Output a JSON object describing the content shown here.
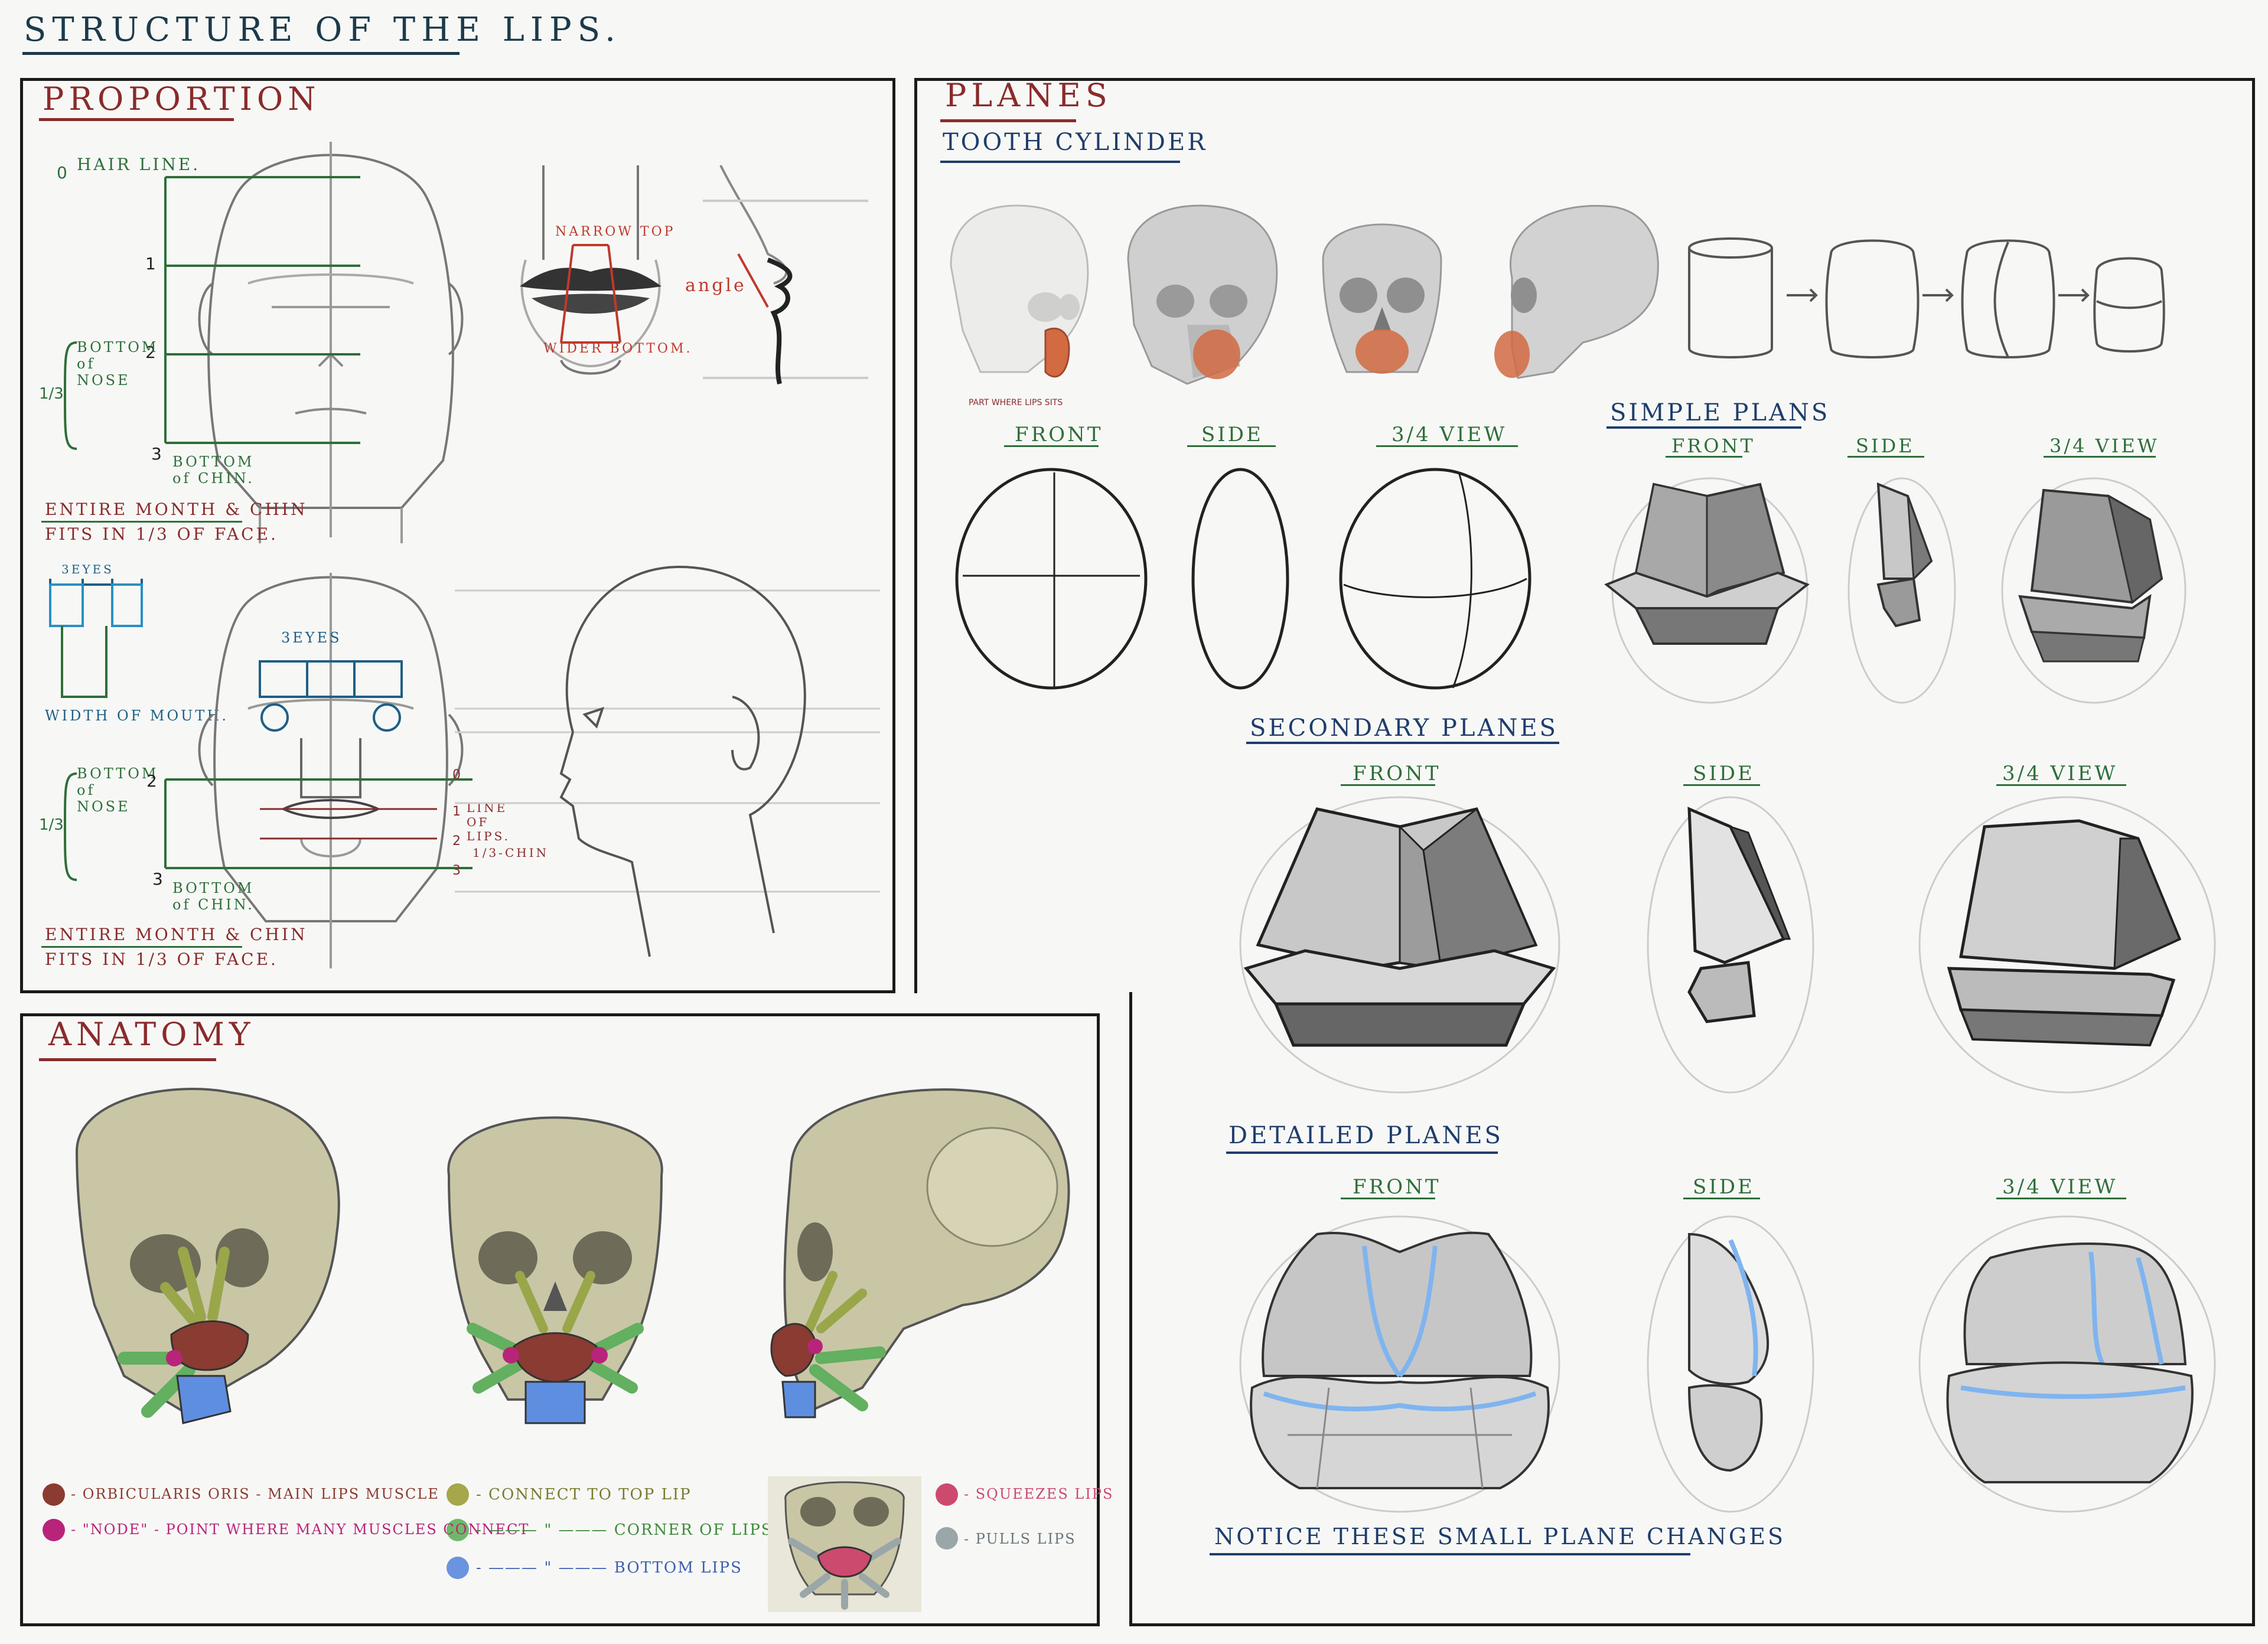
{
  "page": {
    "title": "STRUCTURE OF THE LIPS."
  },
  "colors": {
    "orbicularis": "#8a3b32",
    "node": "#b8247a",
    "connect_top": "#a6a64a",
    "corner": "#6fb86a",
    "bottom": "#6a93e0",
    "squeezes": "#cc4a6e",
    "pulls": "#9aa6a8",
    "proportion_red": "#8a2b2b",
    "planes_red": "#8a2b2b",
    "planes_blue": "#1f3d6b",
    "guide_green": "#2f6e3a",
    "lips_red": "#c0392b"
  },
  "proportion": {
    "title": "PROPORTION",
    "top": {
      "hair_line": "HAIR LINE.",
      "mark_0": "0",
      "mark_1": "1",
      "mark_2": "2",
      "mark_3": "3",
      "bottom_of_nose": "BOTTOM of NOSE",
      "bottom_of_chin": "BOTTOM of CHIN.",
      "one_third": "1/3",
      "narrow_top": "NARROW TOP",
      "wider_bottom": "WIDER BOTTOM.",
      "angle": "angle",
      "note_line1": "ENTIRE MONTH & CHIN",
      "note_line2": "FITS IN 1/3 OF FACE."
    },
    "bottom": {
      "three_eyes_small": "3EYES",
      "width_of_mouth": "WIDTH OF MOUTH.",
      "three_eyes": "3EYES",
      "bottom_of_nose": "BOTTOM of NOSE",
      "bottom_of_chin": "BOTTOM of CHIN.",
      "mark_2": "2",
      "mark_3": "3",
      "one_third": "1/3",
      "side_0": "0",
      "side_1": "1",
      "side_2": "2",
      "side_3": "3",
      "line_of_lips": "LINE OF LIPS.",
      "chin_third": "1/3-CHIN",
      "note_line1": "ENTIRE MONTH & CHIN",
      "note_line2": "FITS IN 1/3 OF FACE."
    }
  },
  "planes": {
    "title": "PLANES",
    "tooth_cylinder": "TOOTH CYLINDER",
    "skull_note": "PART WHERE LIPS SITS",
    "views": {
      "front": "FRONT",
      "side": "SIDE",
      "three_quarter": "3/4 VIEW"
    },
    "simple_planes": "SIMPLE PLANS",
    "secondary_planes": "SECONDARY PLANES",
    "detailed_planes": "DETAILED PLANES",
    "notice": "NOTICE THESE SMALL PLANE CHANGES"
  },
  "anatomy": {
    "title": "ANATOMY",
    "legend": [
      {
        "label": "- ORBICULARIS ORIS - MAIN LIPS MUSCLE",
        "color": "#8a3b32"
      },
      {
        "label": "- \"NODE\" - POINT WHERE MANY MUSCLES CONNECT",
        "color": "#b8247a"
      },
      {
        "label": "- CONNECT TO TOP LIP",
        "color": "#a6a64a"
      },
      {
        "label": "- ——— \" ——— CORNER OF LIPS.",
        "color": "#6fb86a"
      },
      {
        "label": "- ——— \" ——— BOTTOM LIPS",
        "color": "#6a93e0"
      },
      {
        "label": "- SQUEEZES LIPS",
        "color": "#cc4a6e"
      },
      {
        "label": "- PULLS LIPS",
        "color": "#9aa6a8"
      }
    ]
  }
}
